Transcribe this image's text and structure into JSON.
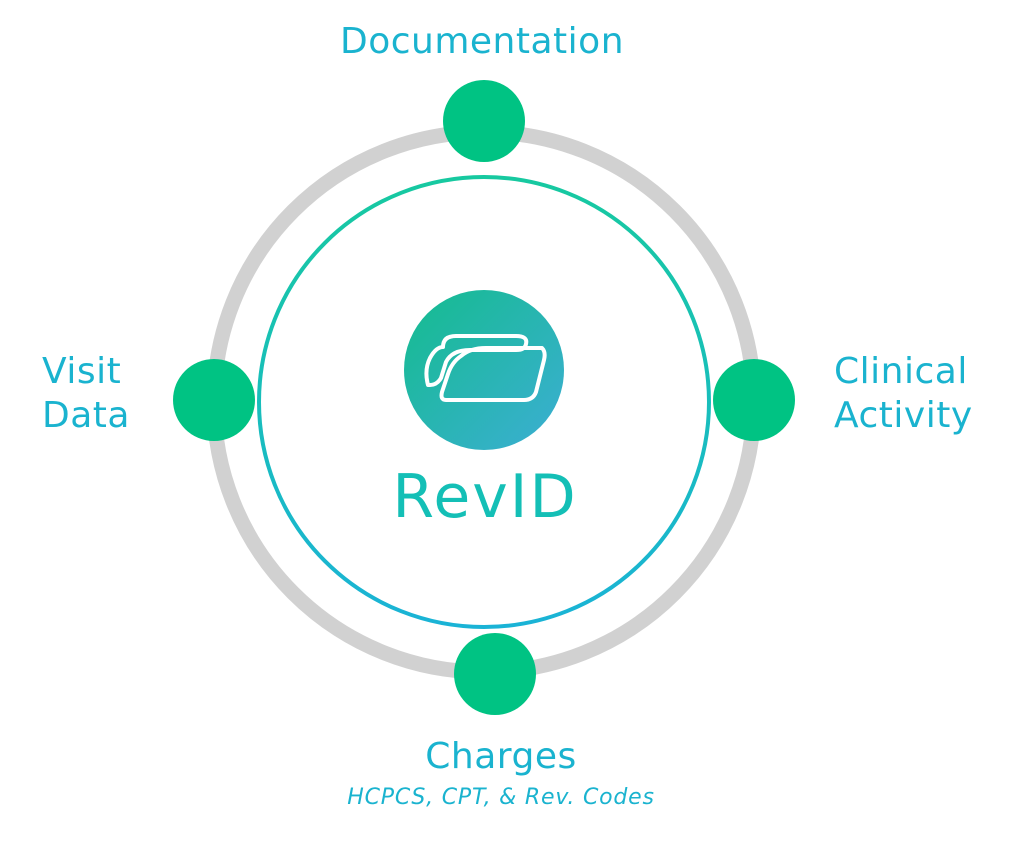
{
  "brand": {
    "name": "RevID"
  },
  "nodes": {
    "top": {
      "label": "Documentation"
    },
    "left": {
      "label_line1": "Visit",
      "label_line2": "Data"
    },
    "right": {
      "label_line1": "Clinical",
      "label_line2": "Activity"
    },
    "bottom": {
      "label": "Charges",
      "sublabel": "HCPCS, CPT, & Rev. Codes"
    }
  },
  "colors": {
    "node_fill": "#00c383",
    "outer_ring": "#d1d1d1",
    "inner_ring_start": "#17c9a0",
    "inner_ring_end": "#1ab3d6",
    "label_text": "#1ab3cf",
    "logo_gradient_start": "#14bc8e",
    "logo_gradient_end": "#3caed4"
  },
  "icons": {
    "center_logo": "revid-logo-icon"
  }
}
